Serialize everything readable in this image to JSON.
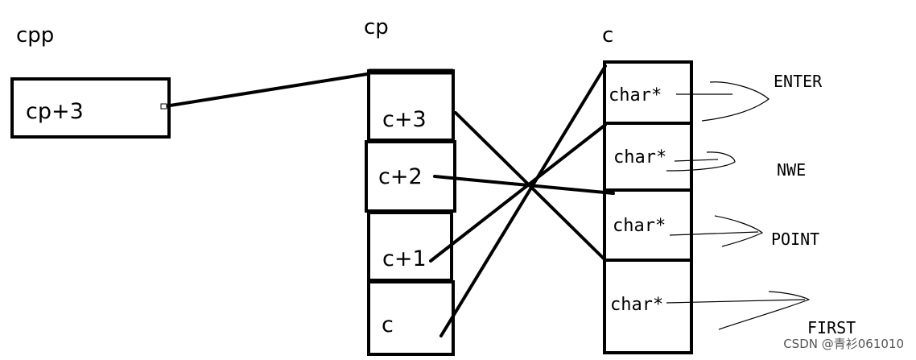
{
  "labels": {
    "cpp": "cpp",
    "cp": "cp",
    "c": "c"
  },
  "cpp_box": {
    "value": "cp+3"
  },
  "cp_array": {
    "cells": [
      "c+3",
      "c+2",
      "c+1",
      "c"
    ]
  },
  "c_array": {
    "cells": [
      "char*",
      "char*",
      "char*",
      "char*"
    ]
  },
  "strings": [
    "ENTER",
    "NWE",
    "POINT",
    "FIRST"
  ],
  "watermark": "CSDN @青衫061010",
  "colors": {
    "ink": "#000000",
    "background": "#ffffff"
  }
}
